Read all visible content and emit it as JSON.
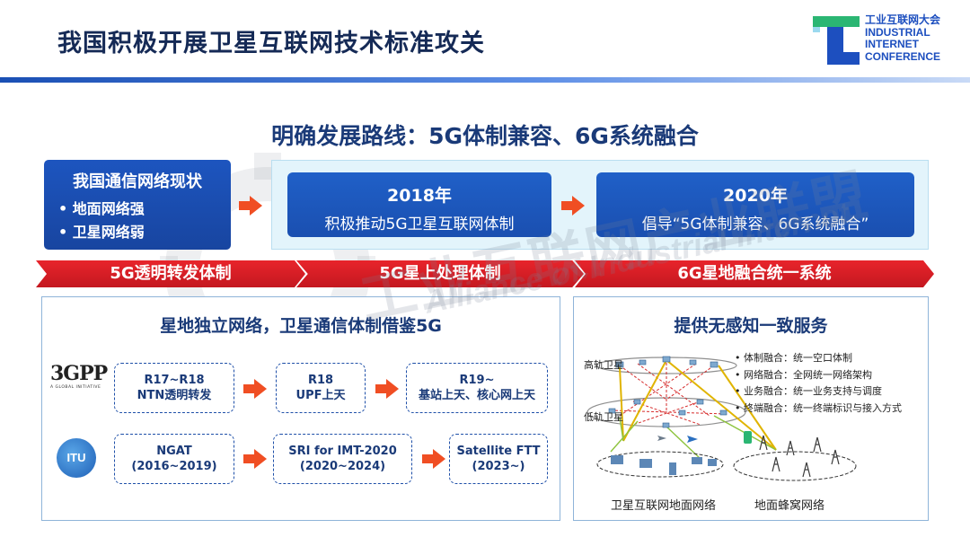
{
  "header": {
    "title": "我国积极开展卫星互联网技术标准攻关",
    "logo_text": [
      "工业互联网大会",
      "INDUSTRIAL",
      "INTERNET",
      "CONFERENCE"
    ]
  },
  "subtitle": "明确发展路线：5G体制兼容、6G系统融合",
  "status": {
    "heading": "我国通信网络现状",
    "items": [
      "地面网络强",
      "卫星网络弱"
    ]
  },
  "timeline": [
    {
      "year": "2018年",
      "desc": "积极推动5G卫星互联网体制"
    },
    {
      "year": "2020年",
      "desc": "倡导“5G体制兼容、6G系统融合”"
    }
  ],
  "phases": [
    "5G透明转发体制",
    "5G星上处理体制",
    "6G星地融合统一系统"
  ],
  "left_panel": {
    "heading": "星地独立网络，卫星通信体制借鉴5G",
    "threegpp_logo": "3GPP",
    "threegpp_tagline": "A GLOBAL INITIATIVE",
    "itu_logo": "ITU",
    "row1": [
      "R17~R18\nNTN透明转发",
      "R18\nUPF上天",
      "R19~\n基站上天、核心网上天"
    ],
    "row2": [
      "NGAT\n(2016~2019)",
      "SRI for IMT-2020\n(2020~2024)",
      "Satellite FTT\n(2023~)"
    ]
  },
  "right_panel": {
    "heading": "提供无感知一致服务",
    "bullets": [
      "体制融合：统一空口体制",
      "网络融合：全网统一网络架构",
      "业务融合：统一业务支持与调度",
      "终端融合：统一终端标识与接入方式"
    ],
    "label_high": "高轨卫星",
    "label_low": "低轨卫星",
    "label_ground": "卫星互联网地面网络",
    "label_cell": "地面蜂窝网络"
  },
  "watermark": {
    "cn": "工业互联网产业联盟",
    "en": "Alliance of Industrial Internet"
  },
  "colors": {
    "primary": "#1d4fbf",
    "accent": "#f04e23",
    "band": "#d81e26",
    "logo_green": "#2bb673"
  }
}
